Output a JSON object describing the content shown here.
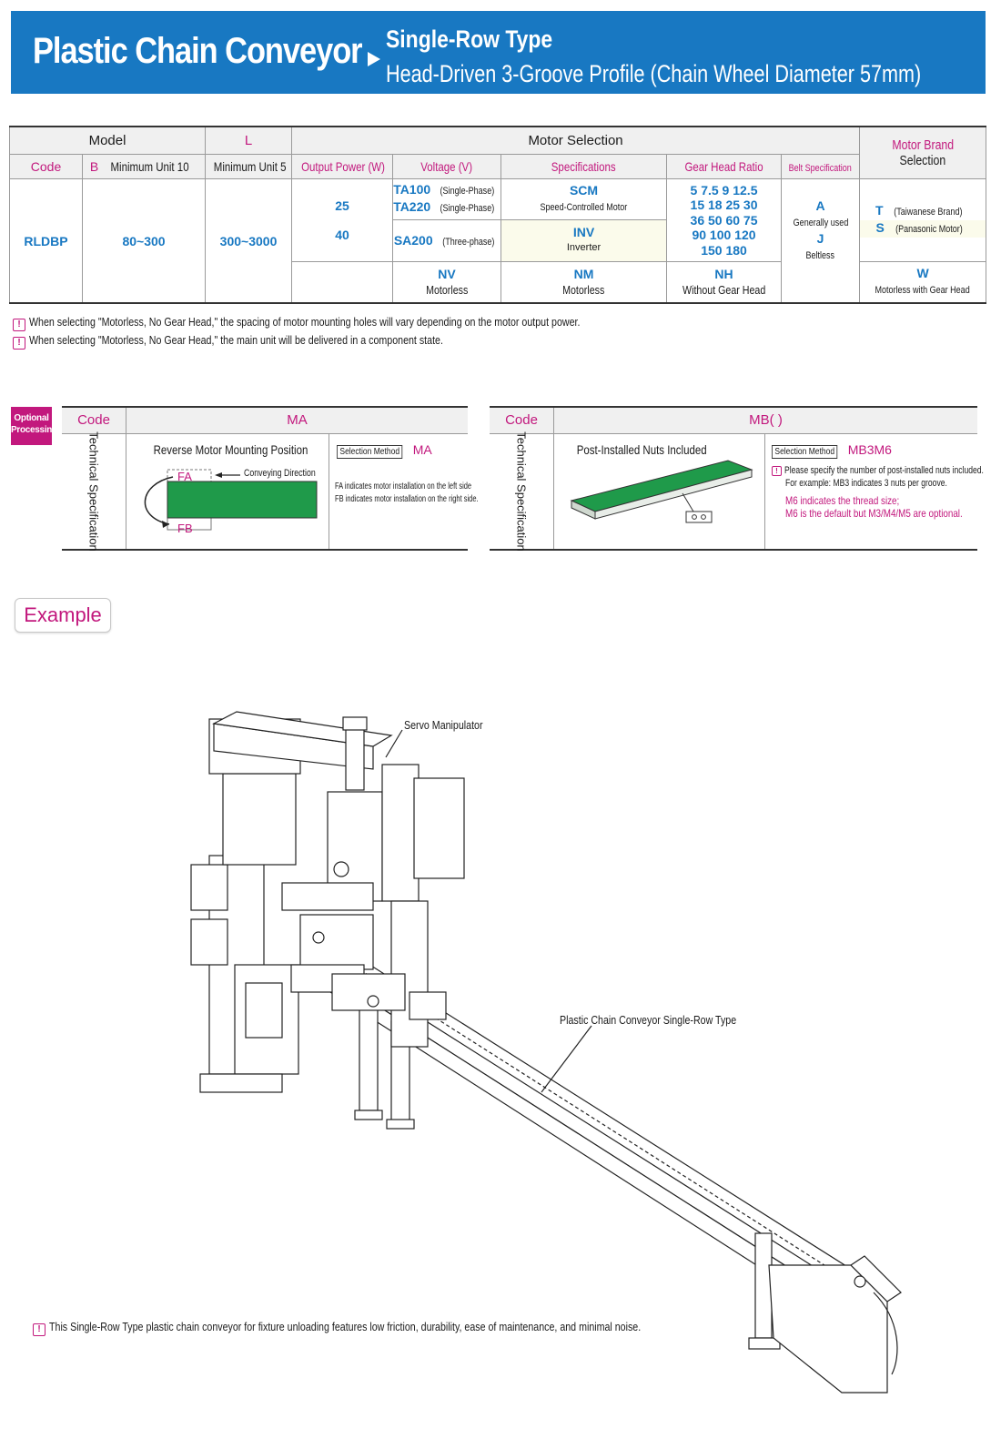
{
  "header": {
    "title": "Plastic Chain Conveyor",
    "subtitle_1": "Single-Row Type",
    "subtitle_2": "Head-Driven 3-Groove Profile (Chain Wheel Diameter 57mm)"
  },
  "table": {
    "model_header": "Model",
    "l_header": "L",
    "motor_selection_header": "Motor Selection",
    "motor_brand_header_1": "Motor Brand",
    "motor_brand_header_2": "Selection",
    "code_header": "Code",
    "b_letter": "B",
    "b_note": "Minimum Unit 10",
    "l_note": "Minimum Unit 5",
    "output_power_header": "Output Power (W)",
    "voltage_header": "Voltage (V)",
    "specifications_header": "Specifications",
    "gear_ratio_header": "Gear Head Ratio",
    "belt_spec_header": "Belt Specification",
    "code_value": "RLDBP",
    "b_value": "80~300",
    "l_value": "300~3000",
    "power_1": "25",
    "power_2": "40",
    "voltage": {
      "ta100": "TA100",
      "ta100_note": "(Single-Phase)",
      "ta220": "TA220",
      "ta220_note": "(Single-Phase)",
      "sa200": "SA200",
      "sa200_note": "(Three-phase)",
      "nv": "NV",
      "nv_note": "Motorless"
    },
    "specs": {
      "scm": "SCM",
      "scm_note": "Speed-Controlled Motor",
      "inv": "INV",
      "inv_note": "Inverter",
      "nm": "NM",
      "nm_note": "Motorless"
    },
    "gear": {
      "row1": "5  7.5  9  12.5",
      "row2": "15  18  25  30",
      "row3": "36  50  60  75",
      "row4": "90  100  120",
      "row5": "150  180",
      "nh": "NH",
      "nh_note": "Without Gear Head"
    },
    "belt": {
      "a": "A",
      "a_note": "Generally used",
      "j": "J",
      "j_note": "Beltless"
    },
    "brand": {
      "t": "T",
      "t_note": "(Taiwanese Brand)",
      "s": "S",
      "s_note": "(Panasonic Motor)",
      "w": "W",
      "w_note": "Motorless with Gear Head"
    }
  },
  "notes": [
    "When selecting \"Motorless, No Gear Head,\" the spacing of motor mounting holes will vary depending on the motor output power.",
    "When selecting \"Motorless, No Gear Head,\" the main unit will be delivered in a component state."
  ],
  "optional": {
    "badge_1": "Optional",
    "badge_2": "Processing",
    "code_label": "Code",
    "side_label": "Technical Specification",
    "ma": {
      "code": "MA",
      "title": "Reverse Motor Mounting Position",
      "selection_method": "Selection Method",
      "selection_value": "MA",
      "fa": "FA",
      "fb": "FB",
      "direction": "Conveying Direction",
      "note_1": "FA indicates motor installation on the left side",
      "note_2": "FB indicates motor installation on the right side."
    },
    "mb": {
      "code": "MB( )",
      "title": "Post-Installed Nuts Included",
      "selection_method": "Selection Method",
      "selection_value": "MB3M6",
      "note_1": "Please specify the number of post-installed nuts included.",
      "note_2": "For example: MB3 indicates 3 nuts per groove.",
      "note_3": "M6 indicates the thread size;",
      "note_4": "M6 is the default but M3/M4/M5 are optional."
    }
  },
  "example": {
    "button": "Example",
    "label_manipulator": "Servo Manipulator",
    "label_conveyor": "Plastic Chain Conveyor Single-Row Type"
  },
  "footer_note": "This Single-Row Type plastic chain conveyor for fixture unloading features low friction, durability, ease of maintenance, and minimal noise.",
  "colors": {
    "banner": "#1878c2",
    "accent": "#c2187d",
    "belt_green": "#1f9a4a"
  }
}
